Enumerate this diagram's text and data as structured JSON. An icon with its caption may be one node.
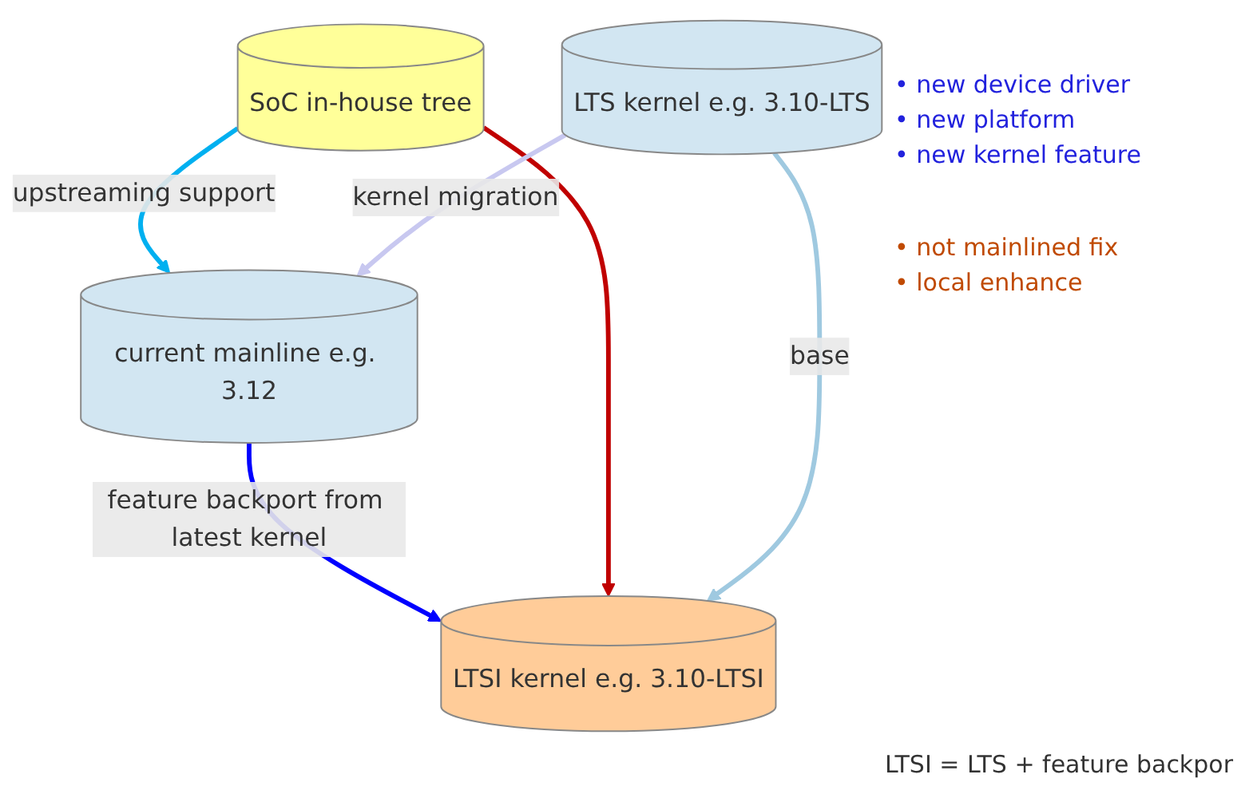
{
  "diagram": {
    "caption": "LTSI = LTS + feature backpor",
    "nodes": [
      {
        "text": [
          "current mainline e.g. 3.12"
        ]
      },
      {
        "text": [
          "SoC in-house tree"
        ]
      },
      {
        "text": [
          "LTS kernel e.g. 3.10-LTS"
        ]
      },
      {
        "text": [
          "LTSI kernel e.g. 3.10-LTSI"
        ]
      }
    ],
    "edges": [
      {
        "from": 1,
        "to": 0,
        "arrow": "to",
        "label": "upstreaming support",
        "color": "#00b0f0"
      },
      {
        "from": 0,
        "to": 3,
        "arrow": "to",
        "label": "feature backport from latest kernel",
        "color": "#0000ff"
      },
      {
        "from": 1,
        "to": 3,
        "arrow": "to",
        "color": "#c00000"
      },
      {
        "from": 2,
        "to": 0,
        "arrow": "to",
        "label": "kernel migration",
        "color": "#c8c8f0"
      },
      {
        "from": 2,
        "to": 3,
        "arrow": "to",
        "label": "base",
        "color": "#9fc9e0"
      }
    ],
    "labels": [
      "• new device driver",
      "• new platform",
      "• new kernel feature",
      "• not mainlined fix",
      "• local enhance"
    ]
  }
}
